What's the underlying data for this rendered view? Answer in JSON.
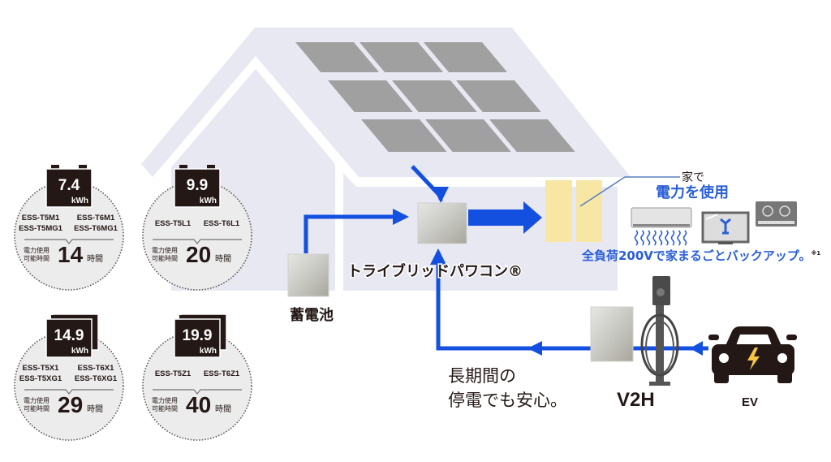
{
  "colors": {
    "house": "#e8e8f2",
    "solar_panel": "#a0a0a0",
    "flow_arrow": "#1450e0",
    "switchboard": "#f7e6a4",
    "accent_text": "#2a5fd8",
    "badge": "#231815",
    "circle_bg": "#ececec"
  },
  "batteries": [
    {
      "capacity": "7.4",
      "unit": "kWh",
      "models": [
        "ESS-T5M1",
        "ESS-T6M1",
        "ESS-T5MG1",
        "ESS-T6MG1"
      ],
      "usage_label_1": "電力使用",
      "usage_label_2": "可能時間",
      "hours": "14",
      "hours_unit": "時間",
      "stacked": false
    },
    {
      "capacity": "9.9",
      "unit": "kWh",
      "models": [
        "ESS-T5L1",
        "ESS-T6L1"
      ],
      "usage_label_1": "電力使用",
      "usage_label_2": "可能時間",
      "hours": "20",
      "hours_unit": "時間",
      "stacked": false
    },
    {
      "capacity": "14.9",
      "unit": "kWh",
      "models": [
        "ESS-T5X1",
        "ESS-T6X1",
        "ESS-T5XG1",
        "ESS-T6XG1"
      ],
      "usage_label_1": "電力使用",
      "usage_label_2": "可能時間",
      "hours": "29",
      "hours_unit": "時間",
      "stacked": true
    },
    {
      "capacity": "19.9",
      "unit": "kWh",
      "models": [
        "ESS-T5Z1",
        "ESS-T6Z1"
      ],
      "usage_label_1": "電力使用",
      "usage_label_2": "可能時間",
      "hours": "40",
      "hours_unit": "時間",
      "stacked": true
    }
  ],
  "labels": {
    "storage_battery": "蓄電池",
    "power_conditioner": "トライブリッドパワコン®",
    "home_use_small": "家で",
    "home_use_large": "電力を使用",
    "full_backup": "全負荷200Vで家まるごとバックアップ。",
    "footnote": "※1",
    "outage_line1": "長期間の",
    "outage_line2": "停電でも安心。",
    "v2h": "V2H",
    "ev": "EV"
  }
}
